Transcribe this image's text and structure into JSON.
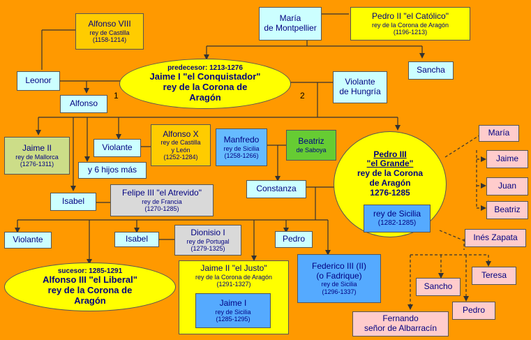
{
  "nodes": {
    "alfonso_viii": {
      "name": "Alfonso VIII",
      "title": "rey de Castilla",
      "years": "(1158-1214)"
    },
    "maria_montpellier": {
      "name": "María",
      "name2": "de Montpellier"
    },
    "pedro_ii": {
      "name": "Pedro II \"el Católico\"",
      "title": "rey de la Corona de Aragón",
      "years": "(1196-1213)"
    },
    "leonor": {
      "name": "Leonor"
    },
    "jaime_i": {
      "pre": "predecesor: 1213-1276",
      "name": "Jaime I \"el Conquistador\"",
      "title": "rey de la Corona de",
      "title2": "Aragón"
    },
    "violante_hungria": {
      "name": "Violante",
      "name2": "de Hungría"
    },
    "sancha": {
      "name": "Sancha"
    },
    "alfonso": {
      "name": "Alfonso"
    },
    "marker1": "1",
    "marker2": "2",
    "jaime_ii_mallorca": {
      "name": "Jaime II",
      "title": "rey de Mallorca",
      "years": "(1276-1311)"
    },
    "violante": {
      "name": "Violante"
    },
    "alfonso_x": {
      "name": "Alfonso X",
      "title": "rey de Castilla",
      "title2": "y León",
      "years": "(1252-1284)"
    },
    "manfredo": {
      "name": "Manfredo",
      "title": "rey de Sicilia",
      "years": "(1258-1266)"
    },
    "beatriz_saboya": {
      "name": "Beatriz",
      "title": "de Saboya"
    },
    "pedro_iii": {
      "name": "Pedro III",
      "name2": "\"el Grande\"",
      "title": "rey de la Corona",
      "title2": "de Aragón",
      "years": "1276-1285"
    },
    "pedro_iii_sicilia": {
      "title": "rey de Sicilia",
      "years": "(1282-1285)"
    },
    "hijos": {
      "name": "y 6 hijos más"
    },
    "constanza": {
      "name": "Constanza"
    },
    "isabel_1": {
      "name": "Isabel"
    },
    "felipe_iii": {
      "name": "Felipe III \"el Atrevido\"",
      "title": "rey de Francia",
      "years": "(1270-1285)"
    },
    "maria": {
      "name": "María"
    },
    "jaime": {
      "name": "Jaime"
    },
    "juan": {
      "name": "Juan"
    },
    "beatriz": {
      "name": "Beatriz"
    },
    "ines_zapata": {
      "name": "Inés Zapata"
    },
    "violante_2": {
      "name": "Violante"
    },
    "isabel_2": {
      "name": "Isabel"
    },
    "dionisio_i": {
      "name": "Dionisio I",
      "title": "rey de Portugal",
      "years": "(1279-1325)"
    },
    "pedro": {
      "name": "Pedro"
    },
    "alfonso_iii": {
      "pre": "sucesor: 1285-1291",
      "name": "Alfonso III \"el Liberal\"",
      "title": "rey de la Corona de",
      "title2": "Aragón"
    },
    "jaime_ii_justo": {
      "name": "Jaime II \"el Justo\"",
      "title": "rey de la Corona de Aragón",
      "years": "(1291-1327)"
    },
    "jaime_ii_sicilia": {
      "name": "Jaime I",
      "title": "rey de Sicilia",
      "years": "(1285-1295)"
    },
    "federico_iii": {
      "name": "Federico III (II)",
      "name2": "(o Fadrique)",
      "title": "rey de Sicilia",
      "years": "(1296-1337)"
    },
    "teresa": {
      "name": "Teresa"
    },
    "sancho": {
      "name": "Sancho"
    },
    "pedro_2": {
      "name": "Pedro"
    },
    "fernando": {
      "name": "Fernando",
      "name2": "señor de Albarracín"
    }
  }
}
